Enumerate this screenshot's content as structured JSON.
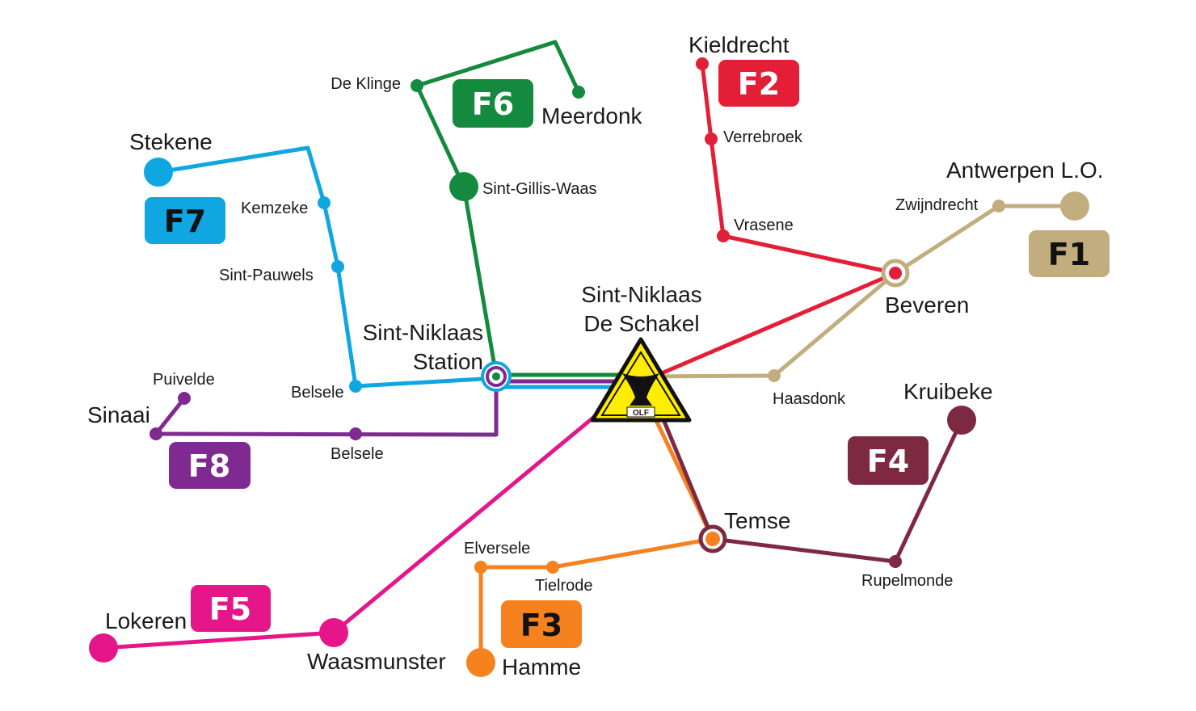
{
  "lines": [
    {
      "id": "F1",
      "badge": "F1",
      "color": "#c2ad7e",
      "text_color": "#111111"
    },
    {
      "id": "F2",
      "badge": "F2",
      "color": "#e31e36",
      "text_color": "#ffffff"
    },
    {
      "id": "F3",
      "badge": "F3",
      "color": "#f5821f",
      "text_color": "#111111"
    },
    {
      "id": "F4",
      "badge": "F4",
      "color": "#7d2941",
      "text_color": "#ffffff"
    },
    {
      "id": "F5",
      "badge": "F5",
      "color": "#e5168a",
      "text_color": "#ffffff"
    },
    {
      "id": "F6",
      "badge": "F6",
      "color": "#138a3d",
      "text_color": "#ffffff"
    },
    {
      "id": "F7",
      "badge": "F7",
      "color": "#10a6e2",
      "text_color": "#111111"
    },
    {
      "id": "F8",
      "badge": "F8",
      "color": "#7f2a91",
      "text_color": "#ffffff"
    }
  ],
  "hub": {
    "label_line1": "Sint-Niklaas",
    "label_line2": "De Schakel",
    "logo_text": "OLF",
    "icon": "warning-triangle-icon"
  },
  "stations": {
    "stekene": "Stekene",
    "kemzeke": "Kemzeke",
    "sint_pauwels": "Sint-Pauwels",
    "belsele_f7": "Belsele",
    "sint_niklaas_station_1": "Sint-Niklaas",
    "sint_niklaas_station_2": "Station",
    "de_klinge": "De Klinge",
    "meerdonk": "Meerdonk",
    "sint_gillis_waas": "Sint-Gillis-Waas",
    "kieldrecht": "Kieldrecht",
    "verrebroek": "Verrebroek",
    "vrasene": "Vrasene",
    "beveren": "Beveren",
    "antwerpen": "Antwerpen L.O.",
    "zwijndrecht": "Zwijndrecht",
    "haasdonk": "Haasdonk",
    "kruibeke": "Kruibeke",
    "temse": "Temse",
    "rupelmonde": "Rupelmonde",
    "elversele": "Elversele",
    "tielrode": "Tielrode",
    "hamme": "Hamme",
    "lokeren": "Lokeren",
    "waasmunster": "Waasmunster",
    "puivelde": "Puivelde",
    "sinaai": "Sinaai",
    "belsele_f8": "Belsele"
  }
}
